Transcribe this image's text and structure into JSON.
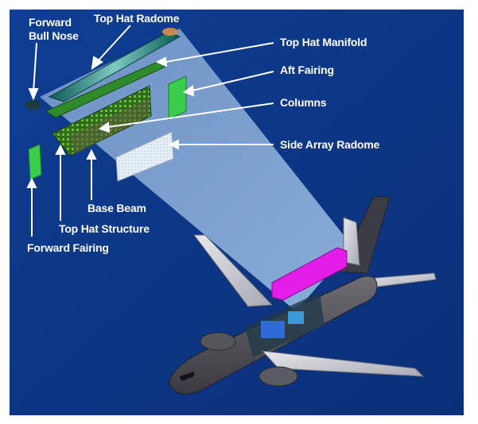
{
  "colors": {
    "background": "#0e3a8a",
    "beam": "#9fc3e6",
    "radome": "#e21ee8",
    "label_text": "#ffffff",
    "fairing": "#38d24a"
  },
  "labels": {
    "forward_bull_nose_line1": "Forward",
    "forward_bull_nose_line2": "Bull Nose",
    "top_hat_radome": "Top Hat Radome",
    "top_hat_manifold": "Top Hat Manifold",
    "aft_fairing": "Aft Fairing",
    "columns": "Columns",
    "side_array_radome": "Side Array Radome",
    "base_beam": "Base Beam",
    "top_hat_structure": "Top Hat Structure",
    "forward_fairing": "Forward Fairing"
  },
  "icons": {
    "aircraft": "aircraft-icon",
    "radome_assembly": "exploded-radome-assembly"
  }
}
